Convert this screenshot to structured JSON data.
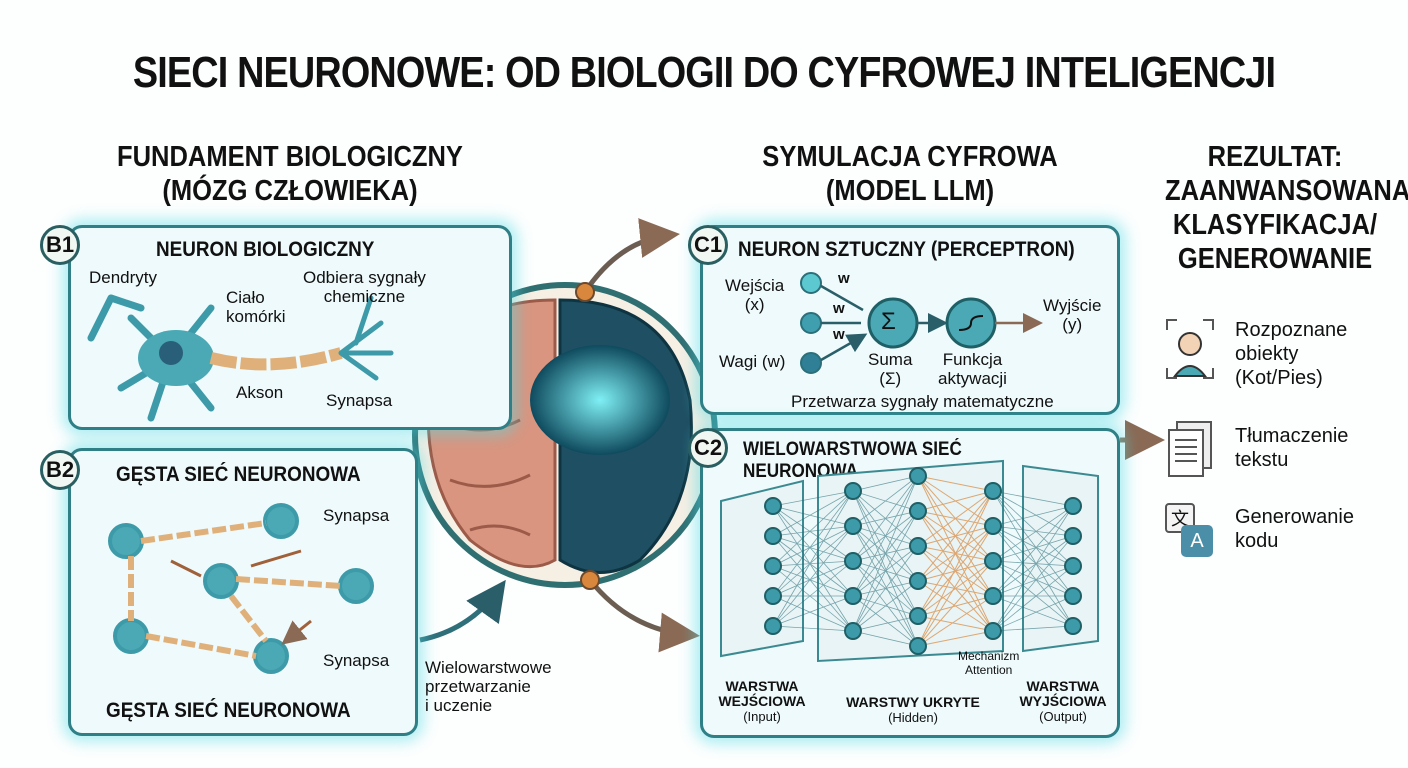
{
  "title": "SIECI NEURONOWE: OD BIOLOGII DO CYFROWEJ INTELIGENCJI",
  "left_header": {
    "line1": "FUNDAMENT BIOLOGICZNY",
    "line2": "(MÓZG CZŁOWIEKA)"
  },
  "middle_header": {
    "line1": "SYMULACJA CYFROWA",
    "line2": "(MODEL LLM)"
  },
  "right_header": {
    "line1": "REZULTAT:",
    "line2": "ZAANWANSOWANA",
    "line3": "KLASYFIKACJA/",
    "line4": "GENEROWANIE"
  },
  "b1": {
    "badge": "B1",
    "title": "NEURON BIOLOGICZNY",
    "dendrites": "Dendryty",
    "body1": "Ciało",
    "body2": "komórki",
    "signals1": "Odbiera sygnały",
    "signals2": "chemiczne",
    "axon": "Akson",
    "synapse": "Synapsa"
  },
  "b2": {
    "badge": "B2",
    "title": "GĘSTA SIEĆ NEURONOWA",
    "synapse_top": "Synapsa",
    "synapse_bottom": "Synapsa",
    "footer": "GĘSTA SIEĆ NEURONOWA"
  },
  "center_caption": {
    "line1": "Wielowarstwowe",
    "line2": "przetwarzanie",
    "line3": "i uczenie"
  },
  "c1": {
    "badge": "C1",
    "title": "NEURON SZTUCZNY (PERCEPTRON)",
    "inputs1": "Wejścia",
    "inputs2": "(x)",
    "weights": "Wagi (w)",
    "w": "w",
    "sum1": "Suma",
    "sum2": "(Σ)",
    "act1": "Funkcja",
    "act2": "aktywacji",
    "output1": "Wyjście",
    "output2": "(y)",
    "caption": "Przetwarza sygnały matematyczne",
    "sigma": "Σ"
  },
  "c2": {
    "badge": "C2",
    "title": "WIELOWARSTWOWA SIEĆ NEURONOWA",
    "attention1": "Mechanizm",
    "attention2": "Attention",
    "layers": [
      {
        "name1": "WARSTWA",
        "name2": "WEJŚCIOWA",
        "en": "(Input)"
      },
      {
        "name1": "WARSTWY UKRYTE",
        "name2": "",
        "en": "(Hidden)"
      },
      {
        "name1": "WARSTWA",
        "name2": "WYJŚCIOWA",
        "en": "(Output)"
      }
    ]
  },
  "results": [
    {
      "icon": "face-recognition-icon",
      "line1": "Rozpoznane",
      "line2": "obiekty",
      "line3": "(Kot/Pies)"
    },
    {
      "icon": "document-icon",
      "line1": "Tłumaczenie",
      "line2": "tekstu",
      "line3": ""
    },
    {
      "icon": "translate-icon",
      "line1": "Generowanie",
      "line2": "kodu",
      "line3": "",
      "glyph1": "文",
      "glyph2": "A"
    }
  ],
  "colors": {
    "teal": "#2f7f86",
    "glow": "#5fdde6",
    "orange": "#d9873c",
    "brown": "#8a6a55",
    "neuron": "#3d9aa8"
  }
}
